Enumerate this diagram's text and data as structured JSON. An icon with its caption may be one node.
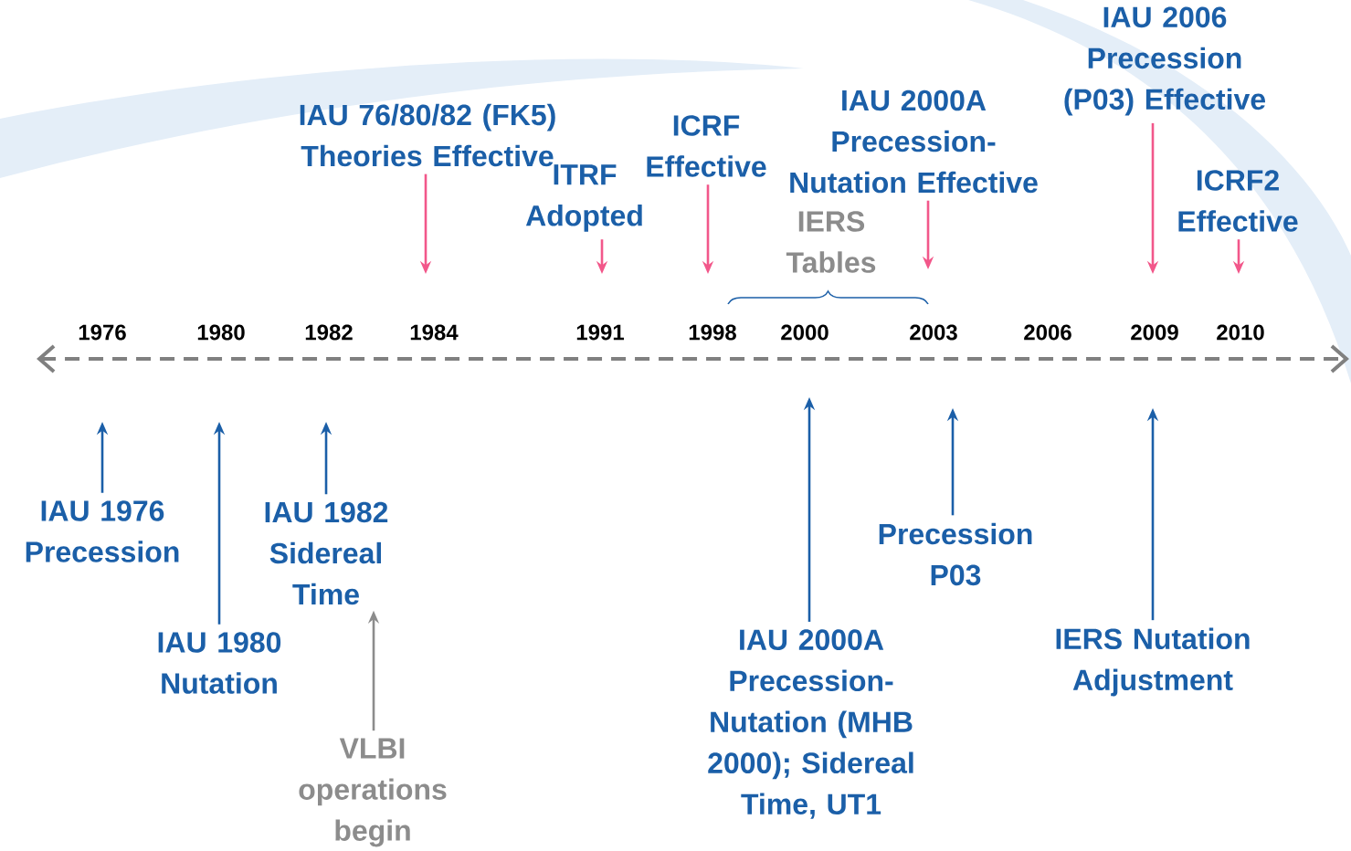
{
  "diagram": {
    "nodes": [
      {
        "text": [
          "IAU 76/80/82 (FK5) Theories Effective"
        ]
      },
      {
        "text": [
          "ITRF Adopted"
        ]
      },
      {
        "text": [
          "ICRF Effective"
        ]
      },
      {
        "text": [
          "IAU 2000A Precession-Nutation Effective"
        ]
      },
      {
        "text": [
          "IAU 2006 Precession (P03) Effective"
        ]
      },
      {
        "text": [
          "ICRF2 Effective"
        ]
      },
      {
        "text": [
          "IAU 1976 Precession"
        ]
      },
      {
        "text": [
          "IAU 1980 Nutation"
        ]
      },
      {
        "text": [
          "IAU 1982 Sidereal Time"
        ]
      },
      {
        "text": [
          "VLBI operations begin"
        ]
      },
      {
        "text": [
          "Precession P03"
        ]
      },
      {
        "text": [
          "IAU 2000A Precession-Nutation (MHB 2000); Sidereal Time, UT1"
        ]
      },
      {
        "text": [
          "IERS Nutation Adjustment"
        ]
      }
    ],
    "edges": [
      {
        "from": 0,
        "to": null,
        "arrow": "to",
        "color": "#f2578a"
      },
      {
        "from": 1,
        "to": null,
        "arrow": "to",
        "color": "#f2578a"
      },
      {
        "from": 2,
        "to": null,
        "arrow": "to",
        "color": "#f2578a"
      },
      {
        "from": 3,
        "to": null,
        "arrow": "to",
        "color": "#f2578a"
      },
      {
        "from": 4,
        "to": null,
        "arrow": "to",
        "color": "#f2578a"
      },
      {
        "from": 5,
        "to": null,
        "arrow": "to",
        "color": "#f2578a"
      },
      {
        "from": 6,
        "to": null,
        "arrow": "to",
        "color": "#1b5fa8"
      },
      {
        "from": 7,
        "to": null,
        "arrow": "to",
        "color": "#1b5fa8"
      },
      {
        "from": 8,
        "to": null,
        "arrow": "to",
        "color": "#1b5fa8"
      },
      {
        "from": 9,
        "to": 8,
        "arrow": "to",
        "color": "#8c8c8c"
      },
      {
        "from": 10,
        "to": null,
        "arrow": "to",
        "color": "#1b5fa8"
      },
      {
        "from": 11,
        "to": null,
        "arrow": "to",
        "color": "#1b5fa8"
      },
      {
        "from": 12,
        "to": null,
        "arrow": "to",
        "color": "#1b5fa8"
      }
    ],
    "labels": [
      "IERS Tables",
      "1976",
      "1980",
      "1982",
      "1984",
      "1991",
      "1998",
      "2000",
      "2003",
      "2006",
      "2009",
      "2010"
    ]
  }
}
